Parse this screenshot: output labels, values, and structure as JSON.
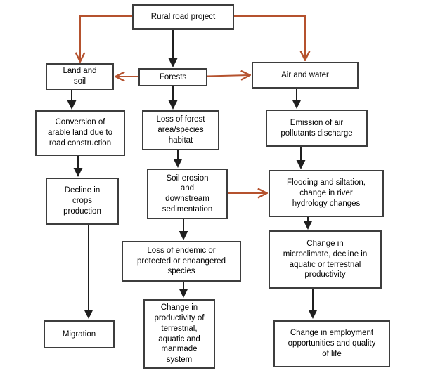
{
  "colors": {
    "connector_primary": "#1f1f1f",
    "connector_accent": "#b5522e",
    "box_border": "#3d3d3d",
    "background": "#ffffff",
    "text": "#000000"
  },
  "diagram": {
    "nodes": {
      "rural_road_project": {
        "label": "Rural road project"
      },
      "land_and_soil": {
        "label": "Land and\nsoil"
      },
      "forests": {
        "label": "Forests"
      },
      "air_and_water": {
        "label": "Air and water"
      },
      "conversion_arable_land": {
        "label": "Conversion of\narable land due to\nroad construction"
      },
      "loss_forest_habitat": {
        "label": "Loss of forest\narea/species\nhabitat"
      },
      "emission_air_pollutants": {
        "label": "Emission of air\npollutants discharge"
      },
      "decline_crops": {
        "label": "Decline in\ncrops\nproduction"
      },
      "soil_erosion": {
        "label": "Soil erosion\nand\ndownstream\nsedimentation"
      },
      "flooding_siltation": {
        "label": "Flooding and siltation,\nchange in river\nhydrology changes"
      },
      "loss_endemic_species": {
        "label": "Loss of endemic or\nprotected or endangered\nspecies"
      },
      "change_microclimate": {
        "label": "Change in\nmicroclimate, decline in\naquatic or terrestrial\nproductivity"
      },
      "migration": {
        "label": "Migration"
      },
      "change_productivity": {
        "label": "Change in\nproductivity of\nterrestrial,\naquatic and\nmanmade\nsystem"
      },
      "change_employment": {
        "label": "Change in employment\nopportunities and quality\nof life"
      }
    },
    "edges": [
      {
        "from": "rural_road_project",
        "to": "land_and_soil",
        "style": "accent"
      },
      {
        "from": "rural_road_project",
        "to": "forests",
        "style": "primary"
      },
      {
        "from": "rural_road_project",
        "to": "air_and_water",
        "style": "accent"
      },
      {
        "from": "forests",
        "to": "land_and_soil",
        "style": "accent"
      },
      {
        "from": "forests",
        "to": "air_and_water",
        "style": "accent"
      },
      {
        "from": "land_and_soil",
        "to": "conversion_arable_land",
        "style": "primary"
      },
      {
        "from": "forests",
        "to": "loss_forest_habitat",
        "style": "primary"
      },
      {
        "from": "air_and_water",
        "to": "emission_air_pollutants",
        "style": "primary"
      },
      {
        "from": "conversion_arable_land",
        "to": "decline_crops",
        "style": "primary"
      },
      {
        "from": "loss_forest_habitat",
        "to": "soil_erosion",
        "style": "primary"
      },
      {
        "from": "emission_air_pollutants",
        "to": "flooding_siltation",
        "style": "primary"
      },
      {
        "from": "soil_erosion",
        "to": "flooding_siltation",
        "style": "accent"
      },
      {
        "from": "decline_crops",
        "to": "migration",
        "style": "primary"
      },
      {
        "from": "soil_erosion",
        "to": "loss_endemic_species",
        "style": "primary"
      },
      {
        "from": "flooding_siltation",
        "to": "change_microclimate",
        "style": "primary"
      },
      {
        "from": "loss_endemic_species",
        "to": "change_productivity",
        "style": "primary"
      },
      {
        "from": "change_microclimate",
        "to": "change_employment",
        "style": "primary"
      }
    ]
  }
}
